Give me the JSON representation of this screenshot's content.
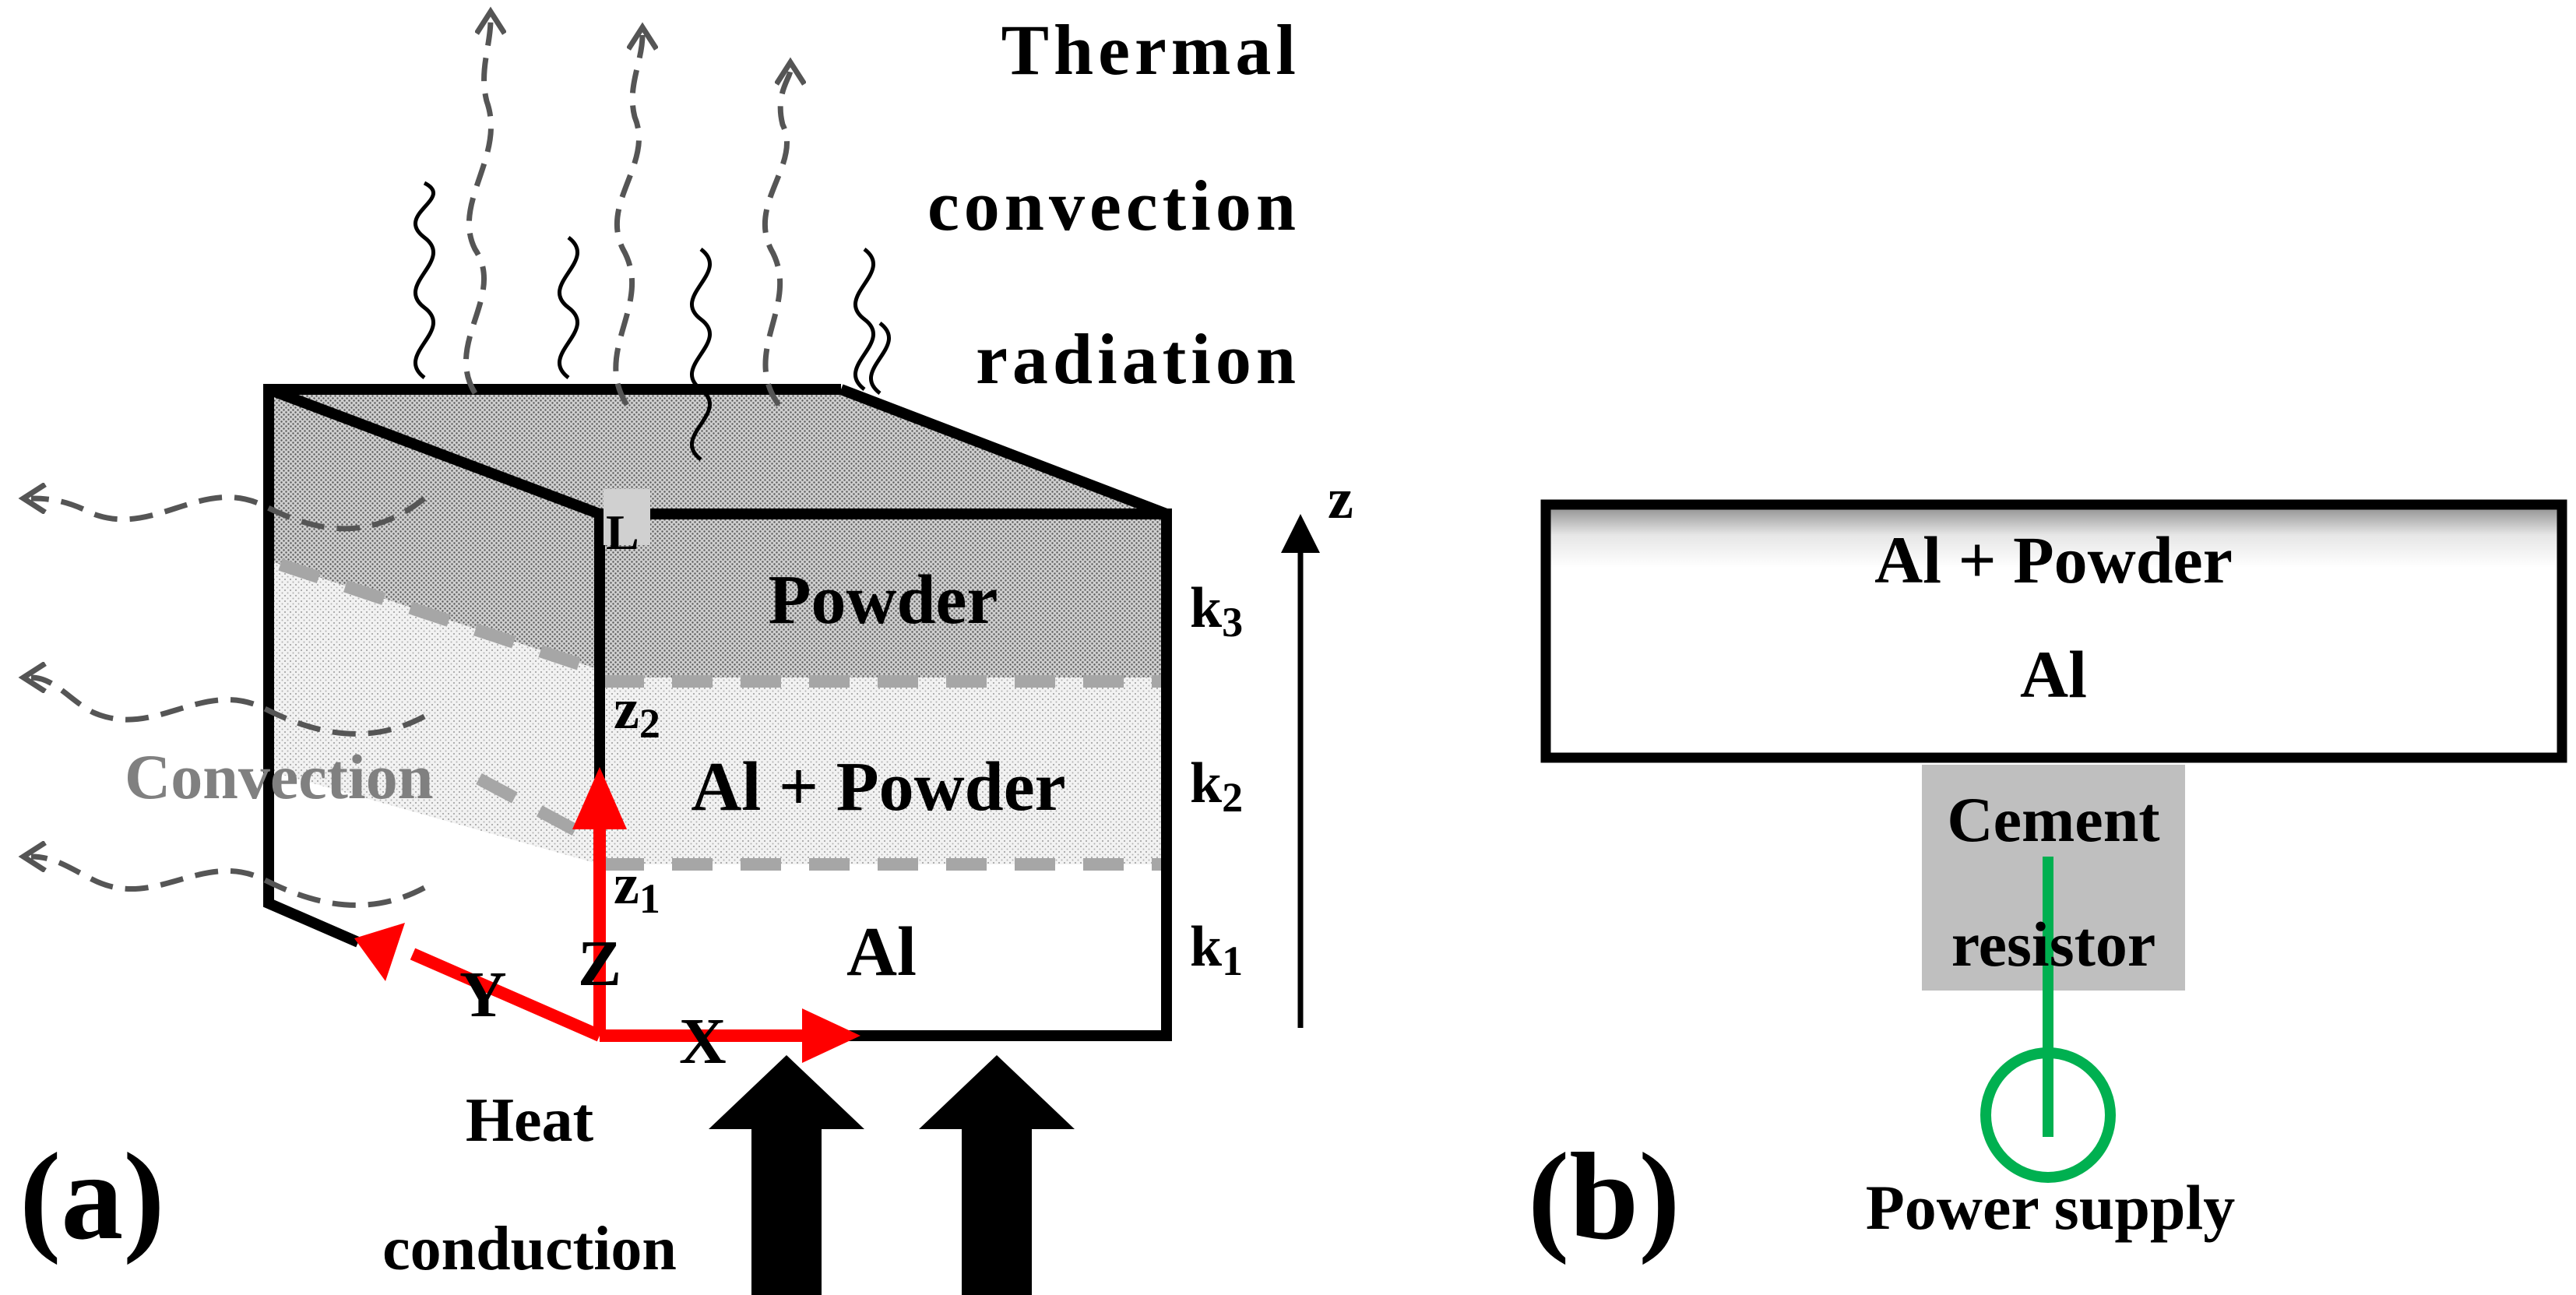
{
  "panel_a": {
    "panel_label": "(a)",
    "top_labels": [
      "Thermal",
      "convection",
      "radiation"
    ],
    "layers": {
      "top": "Powder",
      "middle": "Al + Powder",
      "bottom": "Al"
    },
    "conductivities": {
      "k3": {
        "base": "k",
        "sub": "3"
      },
      "k2": {
        "base": "k",
        "sub": "2"
      },
      "k1": {
        "base": "k",
        "sub": "1"
      }
    },
    "heights": {
      "z2": {
        "base": "z",
        "sub": "2"
      },
      "z1": {
        "base": "z",
        "sub": "1"
      },
      "L": "L"
    },
    "axes": {
      "x": "X",
      "y": "Y",
      "z": "Z",
      "z_arrow": "z"
    },
    "side_label": "Convection",
    "bottom_labels": [
      "Heat",
      "conduction"
    ]
  },
  "panel_b": {
    "panel_label": "(b)",
    "plate_top": "Al + Powder",
    "plate_bottom": "Al",
    "resistor": [
      "Cement",
      "resistor"
    ],
    "power": "Power supply"
  },
  "colors": {
    "axis_red": "#ff0000",
    "wire_green": "#00b050",
    "resistor_grey": "#bfbfbf",
    "convection_grey": "#7f7f7f",
    "powder_dark": "#a6a6a6",
    "powder_light": "#d9d9d9"
  }
}
